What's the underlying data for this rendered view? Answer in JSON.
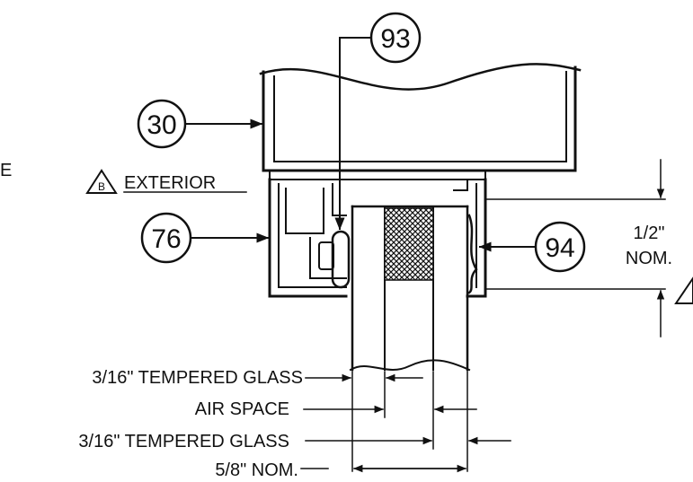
{
  "diagram": {
    "callouts": {
      "c30": "30",
      "c76": "76",
      "c93": "93",
      "c94": "94"
    },
    "labels": {
      "left_edge_letter": "E",
      "revision_mark": "B",
      "exterior": "EXTERIOR",
      "dim_line1": "1/2\"",
      "dim_line2": "NOM.",
      "glass_outer": "3/16\" TEMPERED GLASS",
      "air_space": "AIR SPACE",
      "glass_inner": "3/16\" TEMPERED GLASS",
      "overall": "5/8\" NOM."
    }
  }
}
